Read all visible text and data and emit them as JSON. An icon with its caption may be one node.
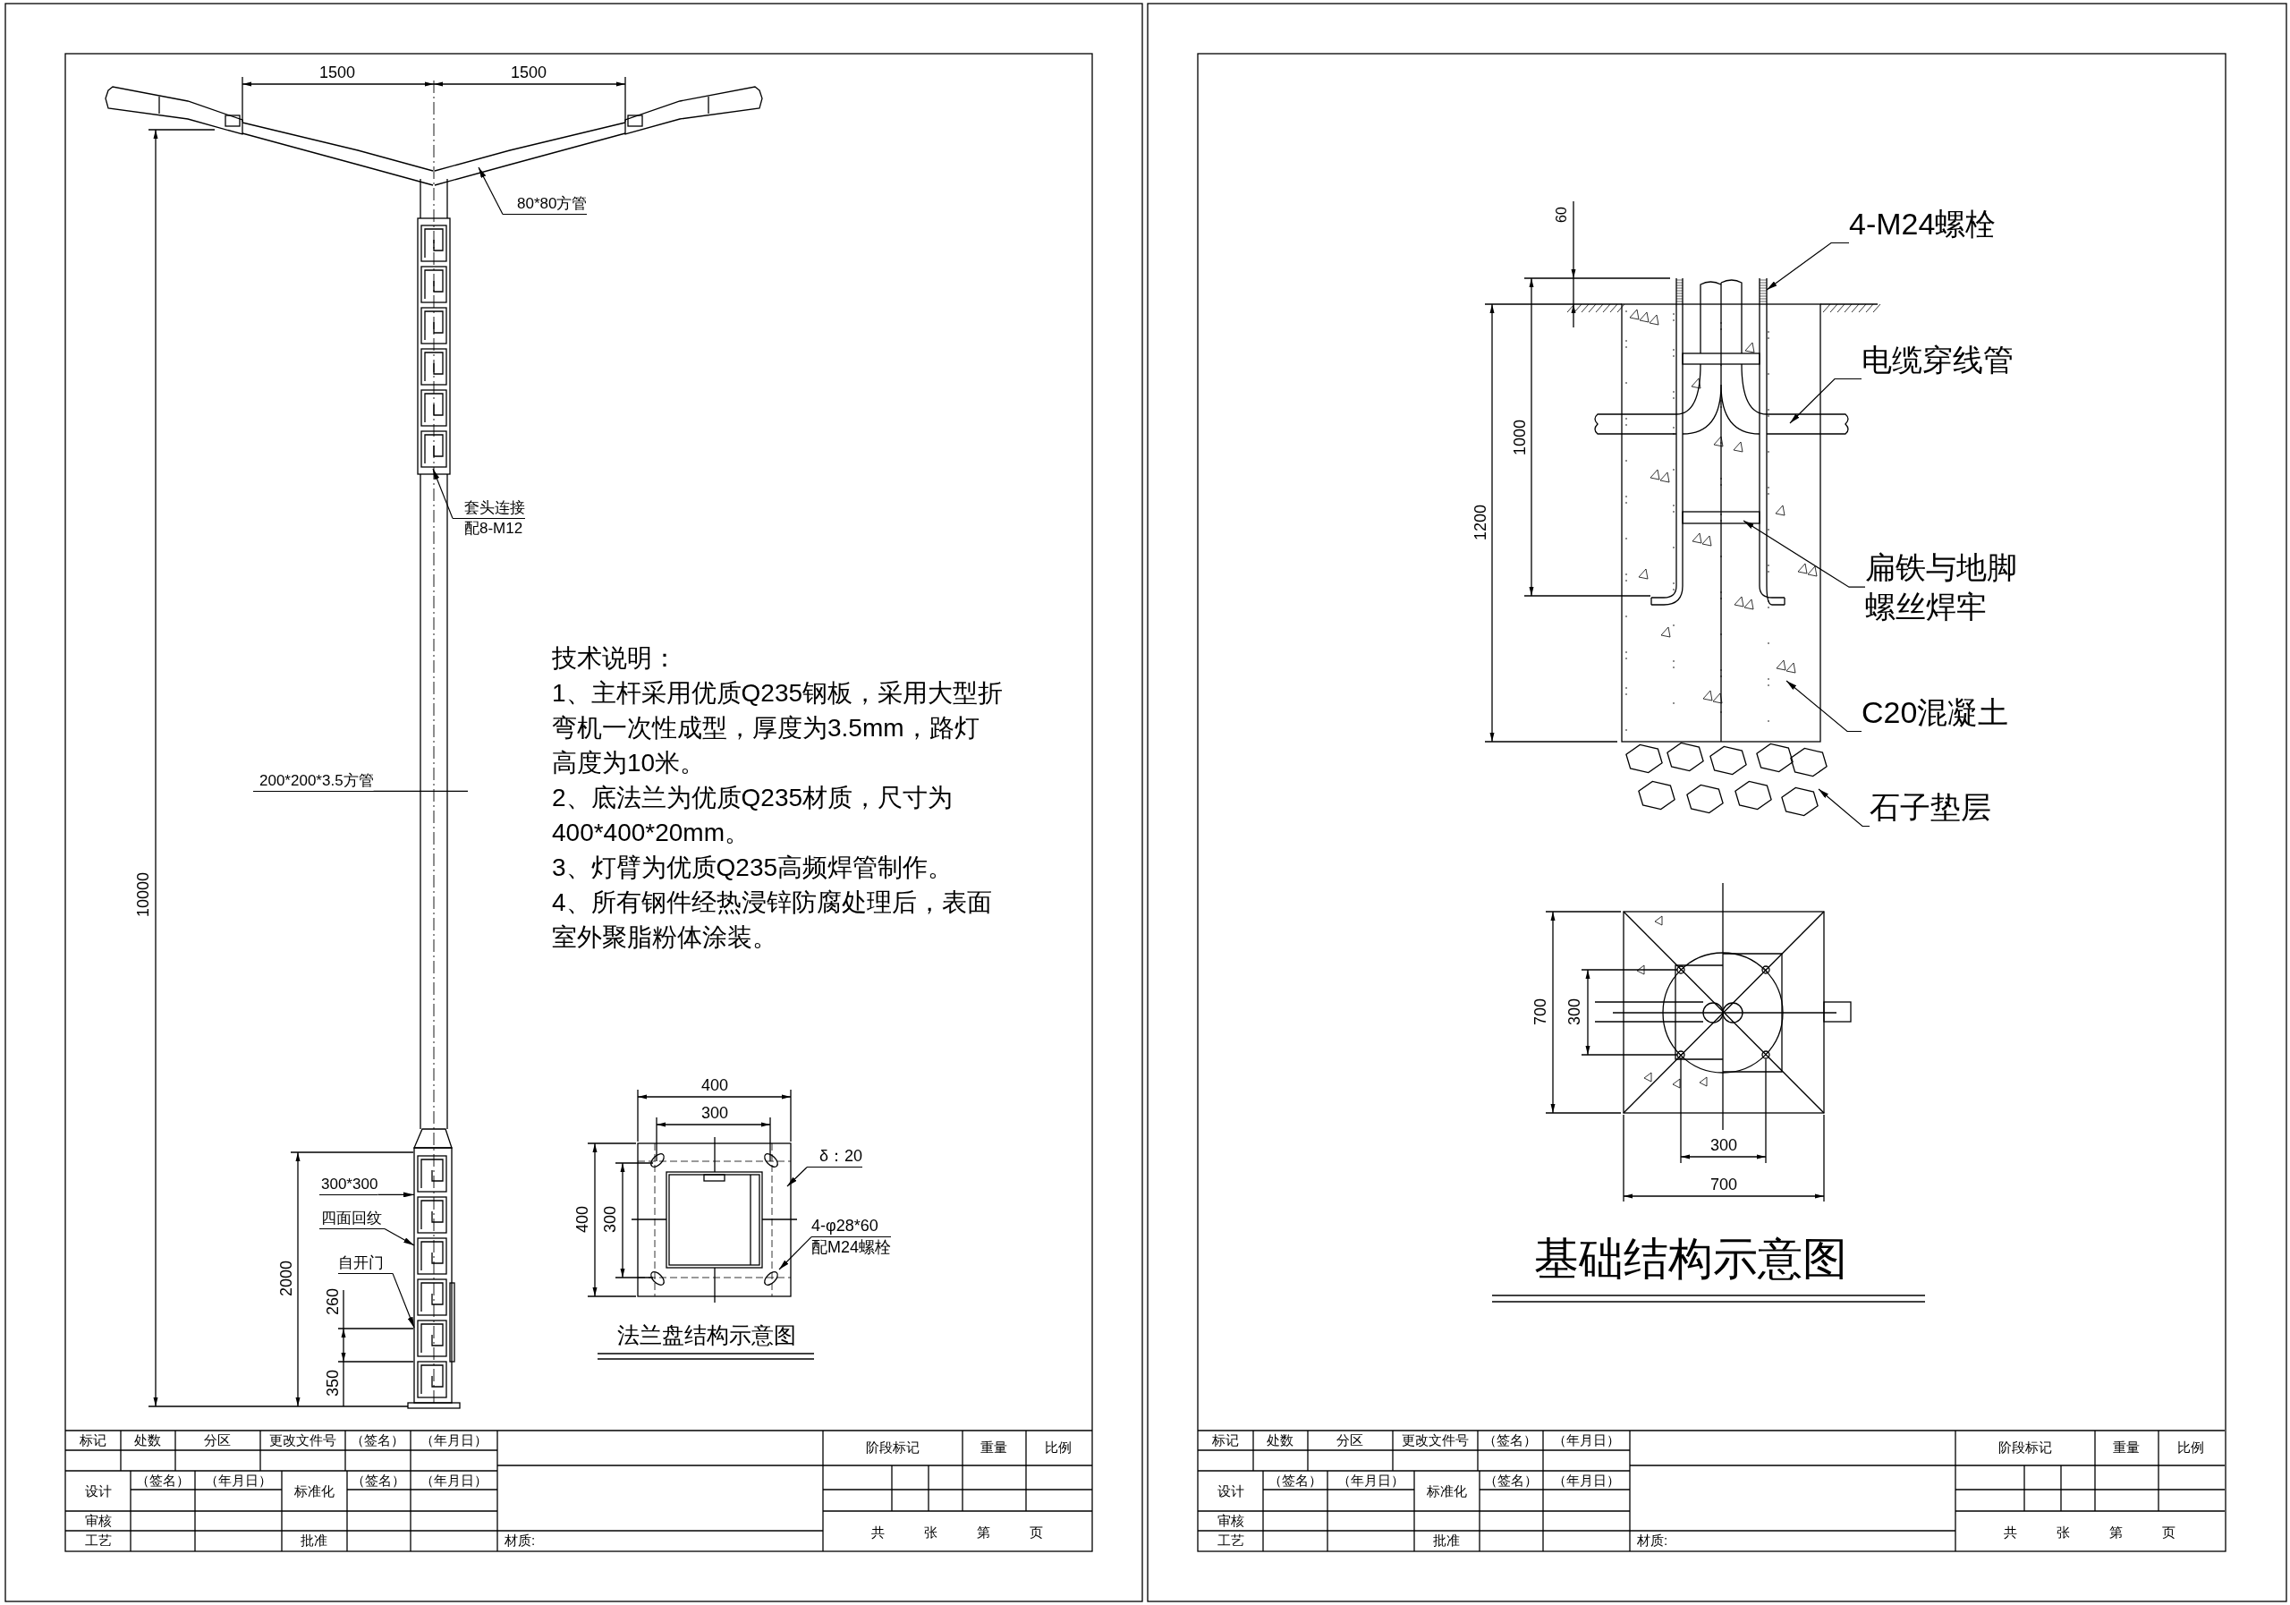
{
  "diagram": {
    "nodes": [
      {
        "text": [
          "80*80方管"
        ]
      },
      {
        "text": [
          "套头连接",
          "配8-M12"
        ]
      },
      {
        "text": [
          "200*200*3.5方管"
        ]
      },
      {
        "text": [
          "300*300"
        ]
      },
      {
        "text": [
          "四面回纹"
        ]
      },
      {
        "text": [
          "自开门"
        ]
      },
      {
        "text": [
          "δ：20"
        ]
      },
      {
        "text": [
          "4-φ28*60",
          "配M24螺栓"
        ]
      },
      {
        "text": [
          "4-M24螺栓"
        ]
      },
      {
        "text": [
          "电缆穿线管"
        ]
      },
      {
        "text": [
          "扁铁与地脚螺丝焊牢"
        ]
      },
      {
        "text": [
          "C20混凝土"
        ]
      },
      {
        "text": [
          "石子垫层"
        ]
      },
      {
        "text": [],
        "shape": "bar"
      }
    ],
    "edges": [
      {
        "from": 0,
        "to": null,
        "arrow": "to"
      },
      {
        "from": 1,
        "to": null,
        "arrow": "to"
      },
      {
        "from": 2,
        "to": null,
        "arrow": "none"
      },
      {
        "from": 3,
        "to": 13,
        "arrow": "to"
      },
      {
        "from": 4,
        "to": 13,
        "arrow": "to"
      },
      {
        "from": 5,
        "to": 13,
        "arrow": "to"
      },
      {
        "from": 6,
        "to": null,
        "arrow": "to"
      },
      {
        "from": 7,
        "to": null,
        "arrow": "to"
      },
      {
        "from": 8,
        "to": null,
        "arrow": "to"
      },
      {
        "from": 9,
        "to": null,
        "arrow": "to"
      },
      {
        "from": 10,
        "to": null,
        "arrow": "to"
      },
      {
        "from": 11,
        "to": null,
        "arrow": "to"
      },
      {
        "from": 12,
        "to": null,
        "arrow": "to"
      }
    ],
    "labels": [
      "1500",
      "1500",
      "10000",
      "技术说明：",
      "1、主杆采用优质Q235钢板，采用大型折弯机一次性成型，厚度为3.5mm，路灯高度为10米。",
      "2、底法兰为优质Q235材质，尺寸为400*400*20mm。",
      "3、灯臂为优质Q235高频焊管制作。",
      "4、所有钢件经热浸锌防腐处理后，表面室外聚脂粉体涂装。",
      "2000",
      "260",
      "350",
      "400",
      "300",
      "400",
      "300",
      "法兰盘结构示意图",
      "标记",
      "处数",
      "分区",
      "更改文件号",
      "（签名）",
      "（年月日）",
      "阶段标记",
      "重量",
      "比例",
      "设计",
      "（签名）",
      "（年月日）",
      "标准化",
      "（签名）",
      "（年月日）",
      "审核",
      "工艺",
      "批准",
      "材质:",
      "共 张 第 页",
      "60",
      "1000",
      "1200",
      "700",
      "300",
      "300",
      "700",
      "基础结构示意图",
      "标记",
      "处数",
      "分区",
      "更改文件号",
      "（签名）",
      "（年月日）",
      "阶段标记",
      "重量",
      "比例",
      "设计",
      "（签名）",
      "（年月日）",
      "标准化",
      "（签名）",
      "（年月日）",
      "审核",
      "工艺",
      "批准",
      "材质:",
      "共 张 第 页"
    ]
  }
}
